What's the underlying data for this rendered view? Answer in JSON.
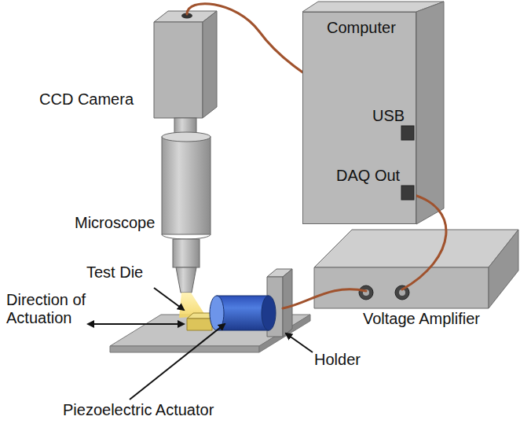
{
  "diagram": {
    "nodes": [
      {
        "text": [
          "Computer",
          "USB",
          "DAQ Out"
        ]
      }
    ],
    "labels": [
      "CCD Camera",
      "Microscope",
      "Test Die",
      "Direction of Actuation",
      "Piezoelectric Actuator",
      "Holder",
      "Voltage Amplifier"
    ]
  }
}
